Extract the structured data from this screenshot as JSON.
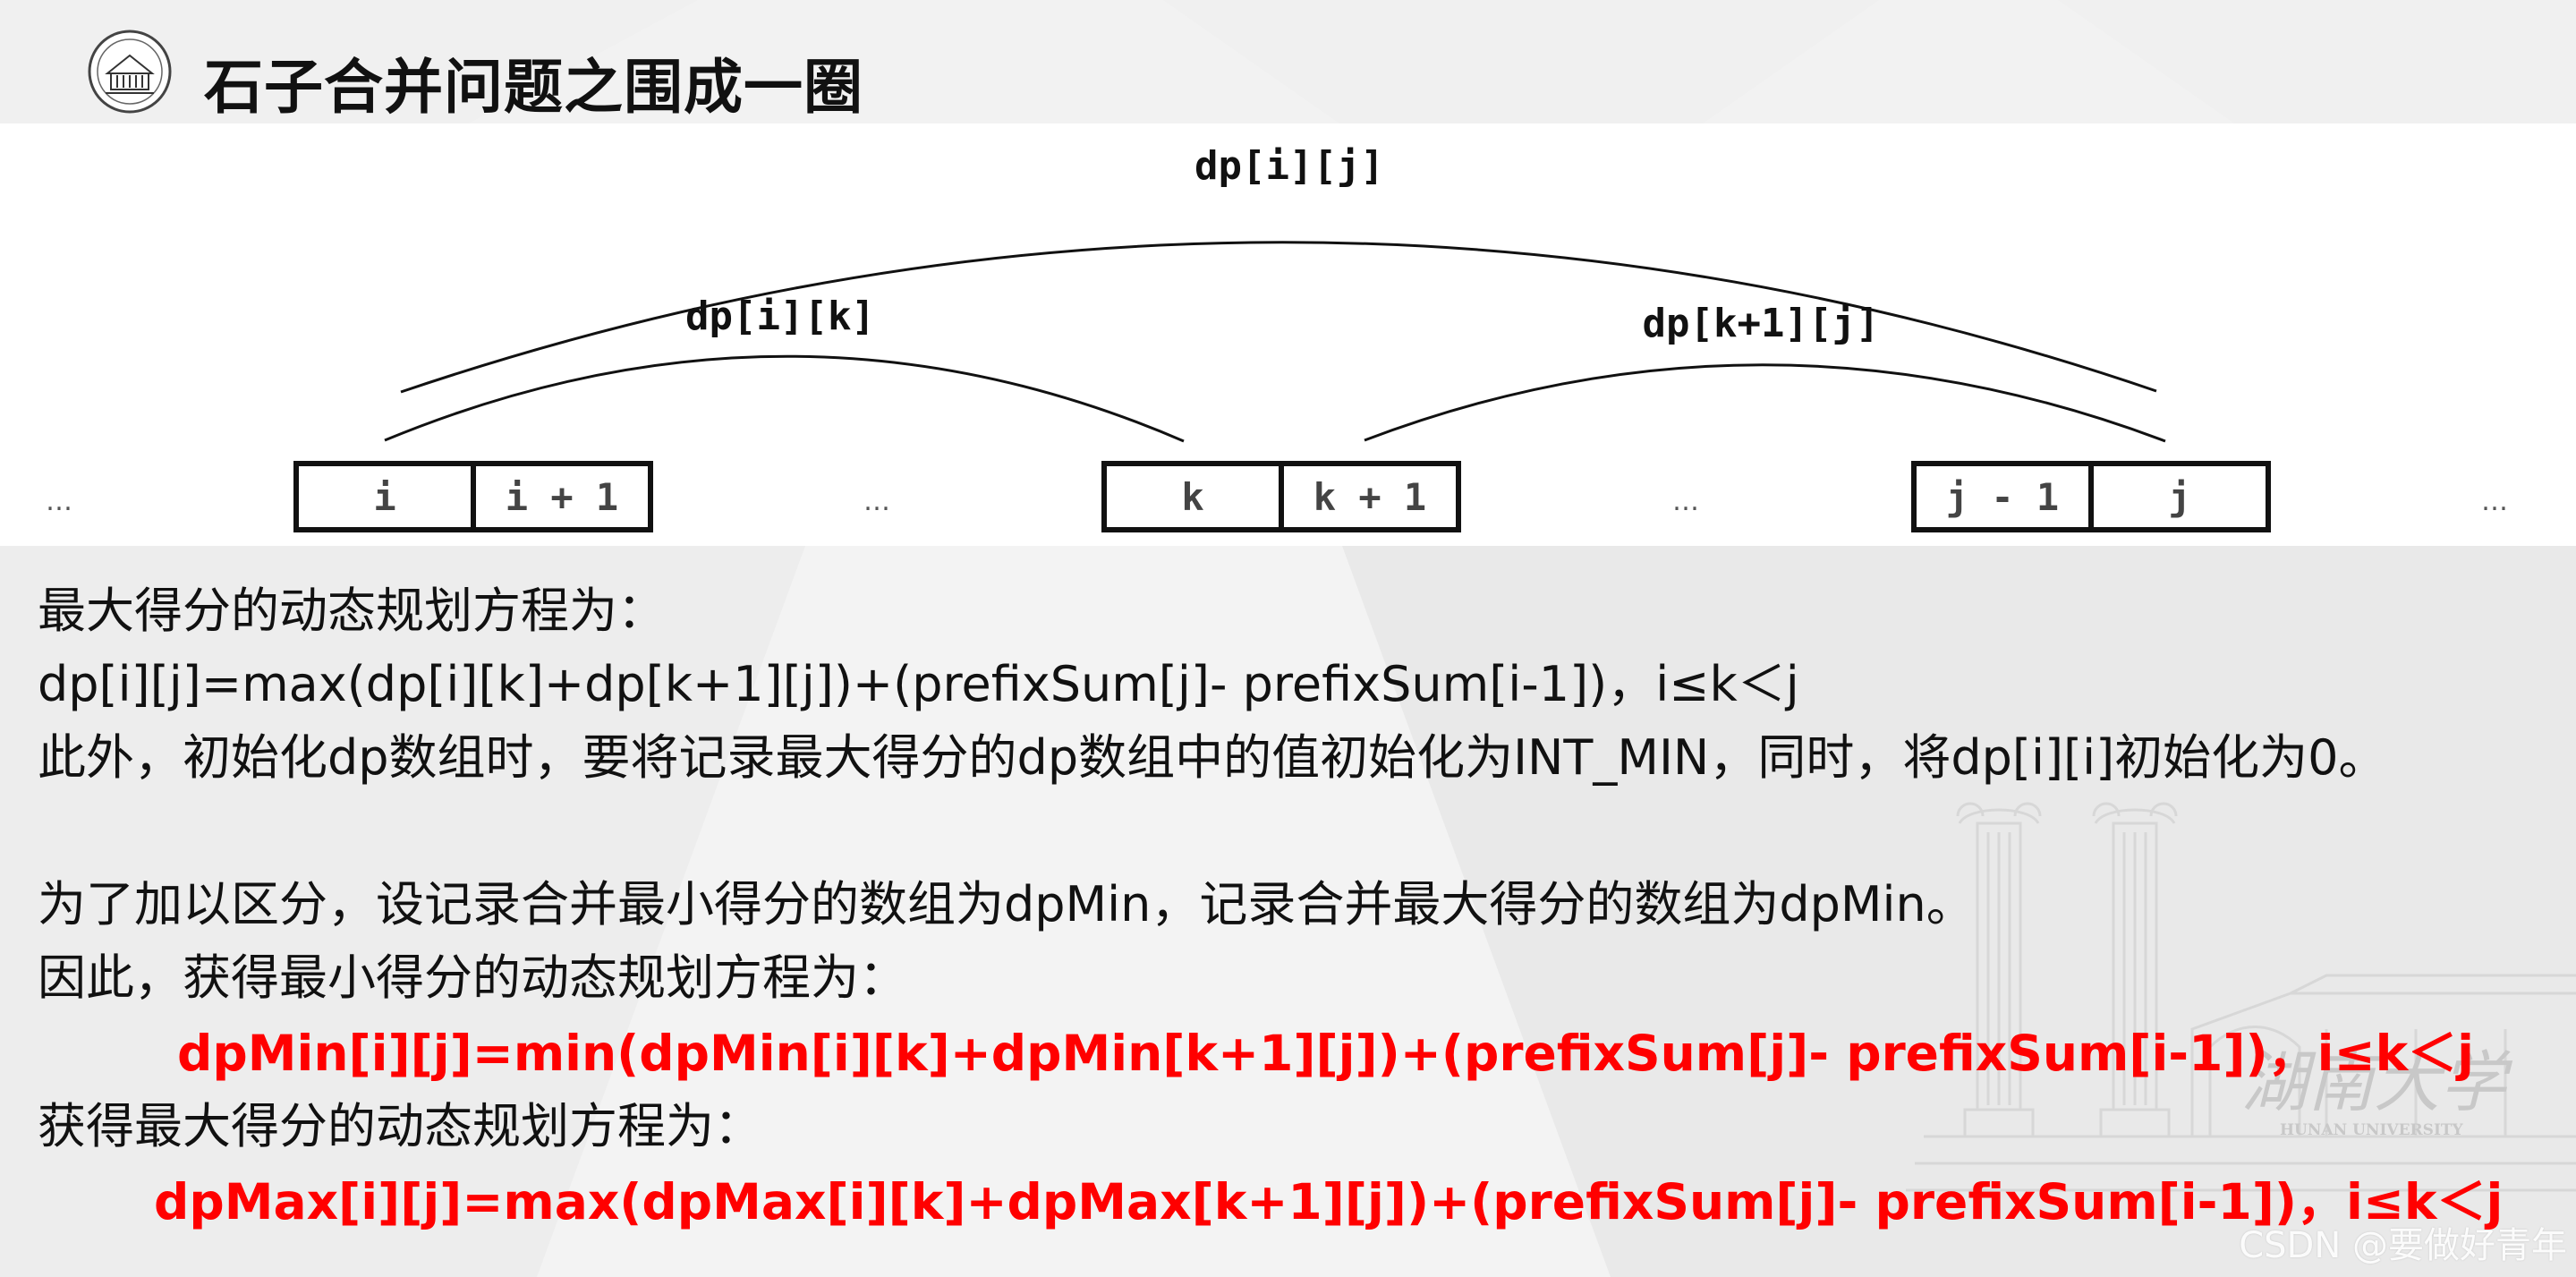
{
  "header": {
    "title": "石子合并问题之围成一圈",
    "logo_icon": "university-seal-icon"
  },
  "diagram": {
    "arc_labels": {
      "outer": "dp[i][j]",
      "left": "dp[i][k]",
      "right": "dp[k+1][j]"
    },
    "cells": [
      "i",
      "i + 1",
      "k",
      "k + 1",
      "j - 1",
      "j"
    ],
    "ellipsis": [
      "…",
      "…",
      "…",
      "…"
    ]
  },
  "content": {
    "line1": "最大得分的动态规划方程为：",
    "line2": "dp[i][j]=max(dp[i][k]+dp[k+1][j])+(prefixSum[j]- prefixSum[i-1])，i≤k＜j",
    "line3": "此外，初始化dp数组时，要将记录最大得分的dp数组中的值初始化为INT_MIN，同时，将dp[i][i]初始化为0。",
    "line4": "为了加以区分，设记录合并最小得分的数组为dpMin，记录合并最大得分的数组为dpMin。",
    "line5": "因此，获得最小得分的动态规划方程为：",
    "line6": "dpMin[i][j]=min(dpMin[i][k]+dpMin[k+1][j])+(prefixSum[j]- prefixSum[i-1])，i≤k＜j",
    "line7": "获得最大得分的动态规划方程为：",
    "line8": "dpMax[i][j]=max(dpMax[i][k]+dpMax[k+1][j])+(prefixSum[j]- prefixSum[i-1])，i≤k＜j"
  },
  "background": {
    "university_name": "湖南大学",
    "university_name_en": "HUNAN UNIVERSITY"
  },
  "watermark": "CSDN @要做好青年",
  "colors": {
    "accent_red": "#ff0000",
    "text": "#111111"
  }
}
